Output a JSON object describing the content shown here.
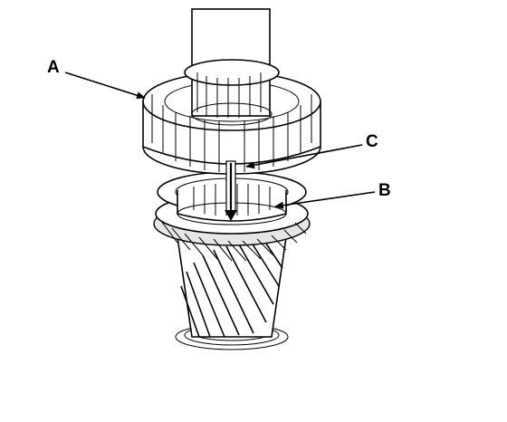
{
  "labels": {
    "a": "A",
    "b": "B",
    "c": "C"
  },
  "colors": {
    "line": "#000000",
    "background": "#ffffff",
    "shade": "#e6e6e6"
  }
}
